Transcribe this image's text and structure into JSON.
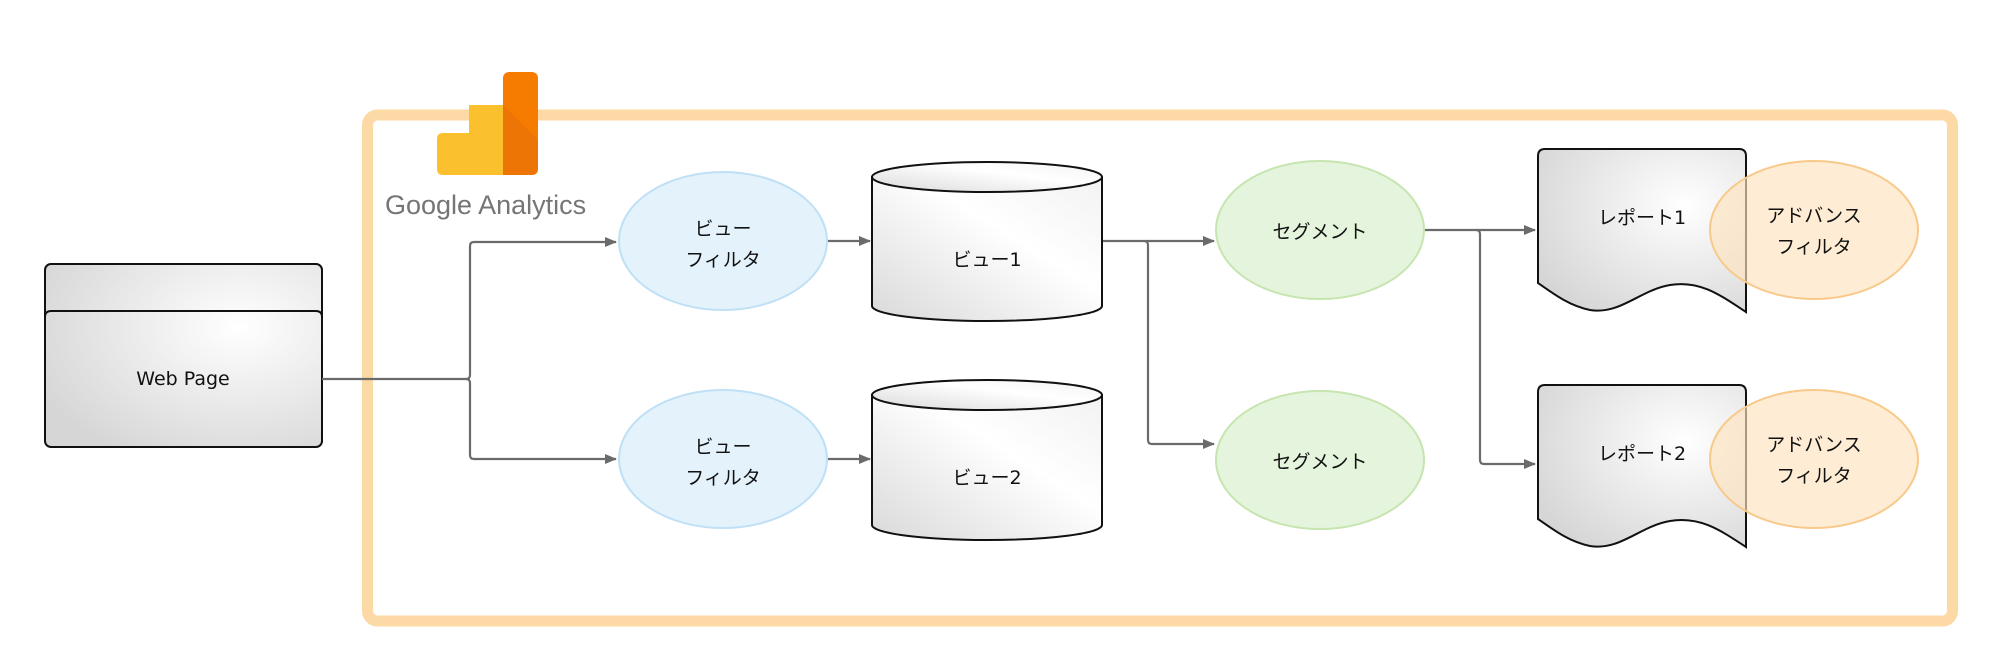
{
  "diagram": {
    "title_logo": {
      "brand_text": "Google Analytics",
      "colors": {
        "yellow": "#FBC02D",
        "yellow_light": "#FFCA28",
        "orange": "#F57C00",
        "orange_dark": "#E8710A",
        "text": "#757575"
      }
    },
    "container": {
      "border_color": "#FDD9A5"
    },
    "nodes": {
      "web_page": {
        "label": "Web Page"
      },
      "view_filter_1": {
        "lines": [
          "ビュー",
          "フィルタ"
        ]
      },
      "view_filter_2": {
        "lines": [
          "ビュー",
          "フィルタ"
        ]
      },
      "view_1": {
        "label": "ビュー1"
      },
      "view_2": {
        "label": "ビュー2"
      },
      "segment_1": {
        "label": "セグメント"
      },
      "segment_2": {
        "label": "セグメント"
      },
      "report_1": {
        "label": "レポート1"
      },
      "report_2": {
        "label": "レポート2"
      },
      "advanced_filter_1": {
        "lines": [
          "アドバンス",
          "フィルタ"
        ]
      },
      "advanced_filter_2": {
        "lines": [
          "アドバンス",
          "フィルタ"
        ]
      }
    },
    "colors": {
      "view_filter_fill": "#E3F2FB",
      "view_filter_stroke": "#BFE0F5",
      "segment_fill": "#E5F4DC",
      "segment_stroke": "#C6E5B0",
      "advanced_filter_fill": "#FDE3BD",
      "advanced_filter_stroke": "#F8C98A",
      "connector": "#6b6b6b"
    },
    "edges": [
      {
        "from": "Web Page",
        "to": "ビュー フィルタ (1)"
      },
      {
        "from": "Web Page",
        "to": "ビュー フィルタ (2)"
      },
      {
        "from": "ビュー フィルタ (1)",
        "to": "ビュー1"
      },
      {
        "from": "ビュー フィルタ (2)",
        "to": "ビュー2"
      },
      {
        "from": "ビュー1",
        "to": "セグメント (1)"
      },
      {
        "from": "ビュー1",
        "to": "セグメント (2)"
      },
      {
        "from": "セグメント (1)",
        "to": "レポート1"
      },
      {
        "from": "セグメント (1)",
        "to": "レポート2"
      }
    ]
  }
}
